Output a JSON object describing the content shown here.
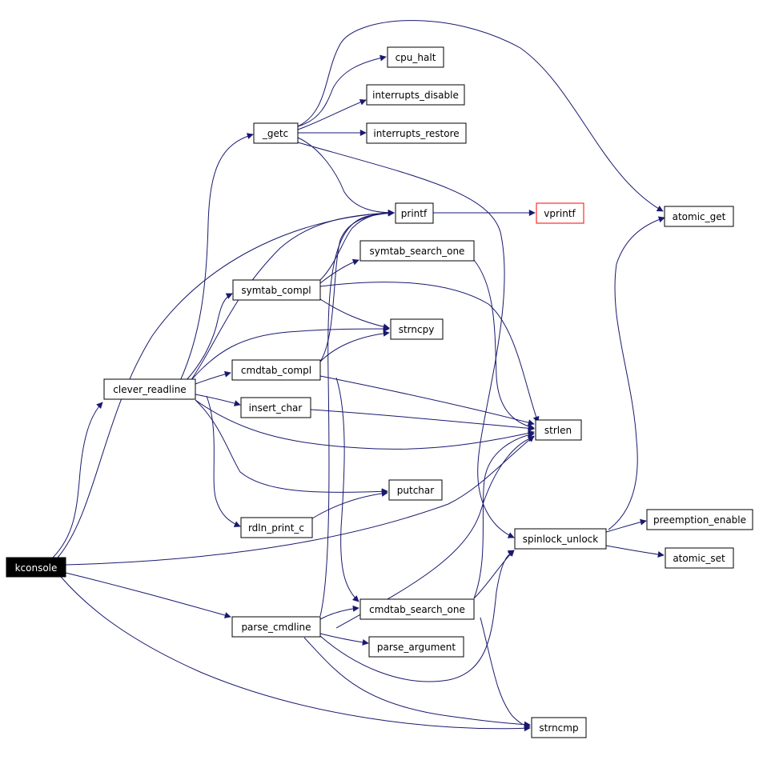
{
  "colors": {
    "edge": "#191970",
    "node_border": "#000000",
    "root_fill": "#000000",
    "root_text": "#ffffff",
    "truncated_border": "#ff0000"
  },
  "nodes": {
    "kconsole": "kconsole",
    "clever_readline": "clever_readline",
    "getc": "_getc",
    "cpu_halt": "cpu_halt",
    "interrupts_disable": "interrupts_disable",
    "interrupts_restore": "interrupts_restore",
    "printf": "printf",
    "vprintf": "vprintf",
    "atomic_get": "atomic_get",
    "symtab_search_one": "symtab_search_one",
    "symtab_compl": "symtab_compl",
    "strncpy": "strncpy",
    "cmdtab_compl": "cmdtab_compl",
    "insert_char": "insert_char",
    "strlen": "strlen",
    "putchar": "putchar",
    "rdln_print_c": "rdln_print_c",
    "spinlock_unlock": "spinlock_unlock",
    "preemption_enable": "preemption_enable",
    "atomic_set": "atomic_set",
    "cmdtab_search_one": "cmdtab_search_one",
    "parse_cmdline": "parse_cmdline",
    "parse_argument": "parse_argument",
    "strncmp": "strncmp"
  }
}
